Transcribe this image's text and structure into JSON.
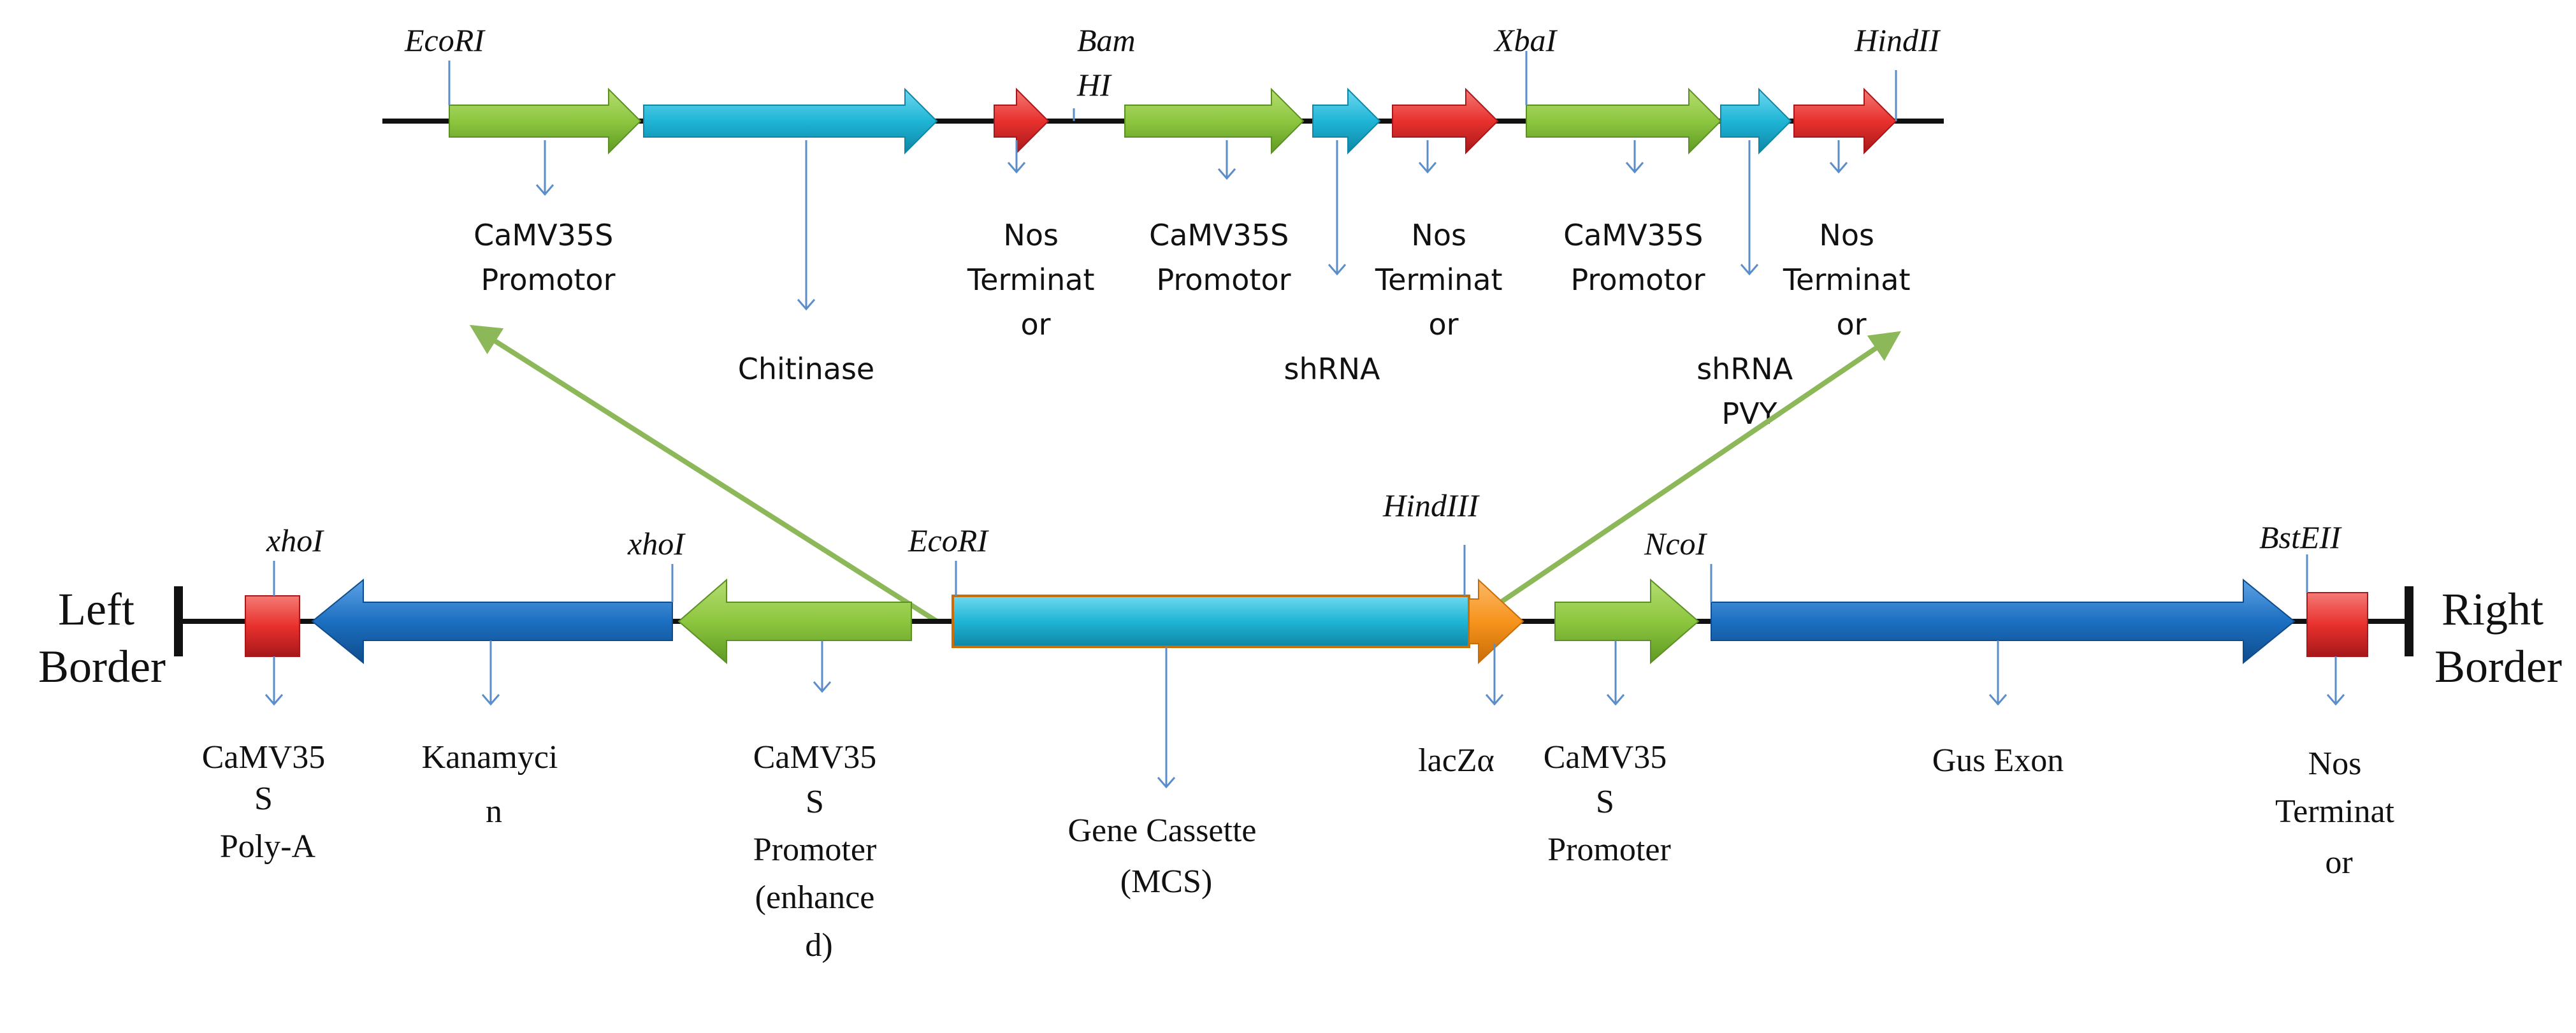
{
  "top_construct": {
    "sites": [
      {
        "id": "ecori",
        "label": "EcoRI"
      },
      {
        "id": "bamhi",
        "lines": [
          "Bam",
          "HI"
        ]
      },
      {
        "id": "xbai",
        "label": "XbaI"
      },
      {
        "id": "hindii",
        "label": "HindII"
      }
    ],
    "elements": [
      {
        "id": "camv35s-1",
        "lines": [
          "CaMV35S",
          "Promotor"
        ]
      },
      {
        "id": "chitinase",
        "lines": [
          "Chitinase"
        ]
      },
      {
        "id": "nos-1",
        "lines": [
          "Nos",
          "Terminat",
          "or"
        ]
      },
      {
        "id": "camv35s-2",
        "lines": [
          "CaMV35S",
          "Promotor"
        ]
      },
      {
        "id": "shrna-1",
        "lines": [
          "shRNA"
        ]
      },
      {
        "id": "nos-2",
        "lines": [
          "Nos",
          "Terminat",
          "or"
        ]
      },
      {
        "id": "camv35s-3",
        "lines": [
          "CaMV35S",
          "Promotor"
        ]
      },
      {
        "id": "shrna-pvy",
        "lines": [
          "shRNA",
          "PVY"
        ]
      },
      {
        "id": "nos-3",
        "lines": [
          "Nos",
          "Terminat",
          "or"
        ]
      }
    ]
  },
  "bottom_construct": {
    "left_border": [
      "Left",
      "Border"
    ],
    "right_border": [
      "Right",
      "Border"
    ],
    "sites": [
      {
        "id": "xhoi-1",
        "label": "xhoI"
      },
      {
        "id": "xhoi-2",
        "label": "xhoI"
      },
      {
        "id": "ecori",
        "label": "EcoRI"
      },
      {
        "id": "hindiii",
        "label": "HindIII"
      },
      {
        "id": "ncoi",
        "label": "NcoI"
      },
      {
        "id": "bsteii",
        "label": "BstEII"
      }
    ],
    "elements": [
      {
        "id": "polya",
        "lines": [
          "CaMV35",
          "S",
          "Poly-A"
        ]
      },
      {
        "id": "kanamycin",
        "lines": [
          "Kanamyci",
          "n"
        ]
      },
      {
        "id": "camv35s-enh",
        "lines": [
          "CaMV35",
          "S",
          "Promoter",
          "(enhance",
          "d)"
        ]
      },
      {
        "id": "mcs",
        "lines": [
          "Gene Cassette",
          "(MCS)"
        ]
      },
      {
        "id": "lacz",
        "lines": [
          "lacZα"
        ]
      },
      {
        "id": "camv35s",
        "lines": [
          "CaMV35",
          "S",
          "Promoter"
        ]
      },
      {
        "id": "gus",
        "lines": [
          "Gus Exon"
        ]
      },
      {
        "id": "nos",
        "lines": [
          "Nos",
          "Terminat",
          "or"
        ]
      }
    ]
  },
  "colors": {
    "promoter_green": "#8dc63f",
    "cds_cyan": "#1fb5d6",
    "terminator_red": "#e8312e",
    "marker_blue": "#1c6fc1",
    "lacz_orange": "#f7941d",
    "connector_blue": "#5b8ec9",
    "expand_arrow_green": "#8db85a"
  }
}
